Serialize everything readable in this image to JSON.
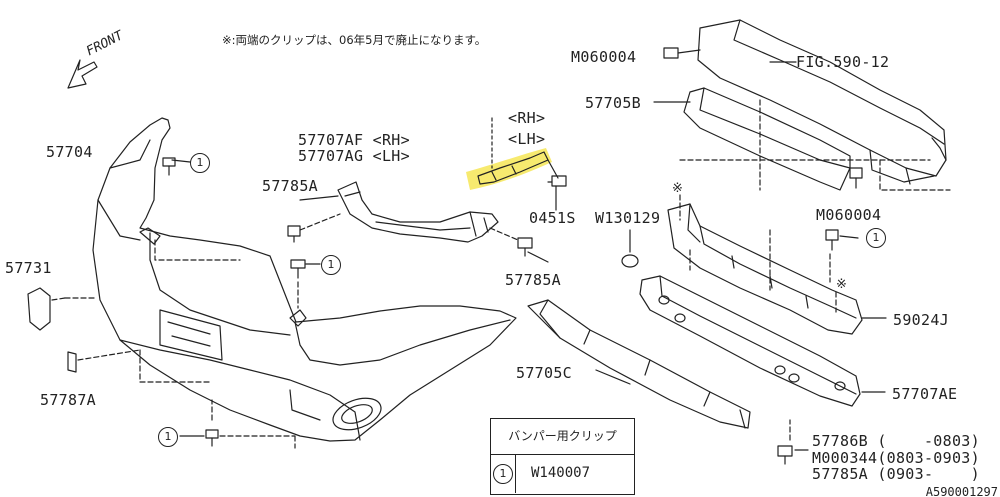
{
  "note": "※:両端のクリップは、06年5月で廃止になります。",
  "front_label": "FRONT",
  "labels": {
    "l57704": "57704",
    "l57731": "57731",
    "l57787A": "57787A",
    "l57707AF": "57707AF <RH>",
    "l57707AG": "57707AG <LH>",
    "l57785A_top": "57785A",
    "rh_lh_rh": "<RH>",
    "rh_lh_lh": "<LH>",
    "l0451S": "0451S",
    "l57785A_mid": "57785A",
    "lW130129": "W130129",
    "lM060004_top": "M060004",
    "lFIG590": "FIG.590-12",
    "l57705B": "57705B",
    "lM060004_mid": "M060004",
    "l59024J": "59024J",
    "l57705C": "57705C",
    "l57707AE": "57707AE",
    "l57786B": "57786B (    -0803)",
    "lM000344": "M000344(0803-0903)",
    "l57785A_bot": "57785A (0903-    )",
    "mark_a": "※",
    "mark_b": "※"
  },
  "circle_num": "1",
  "legend": {
    "header": "バンパー用クリップ",
    "number": "1",
    "value": "W140007"
  },
  "part_id": "A590001297",
  "colors": {
    "line": "#222222",
    "highlight": "#f7ea6f"
  }
}
